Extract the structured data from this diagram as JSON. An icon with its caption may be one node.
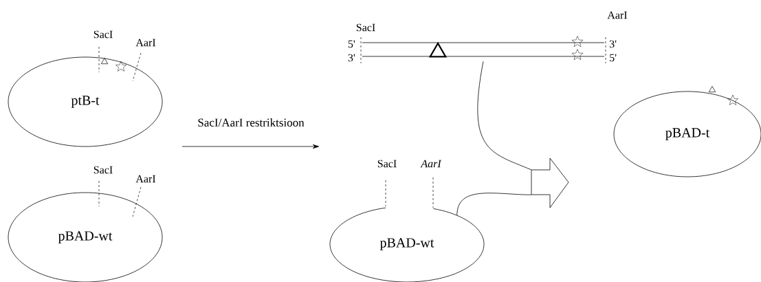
{
  "diagram": {
    "nodes": [
      {
        "text": [
          "ptB-t"
        ],
        "beside": [
          "SacI",
          "AarI"
        ]
      },
      {
        "text": [
          "pBAD-wt"
        ],
        "beside": [
          "SacI",
          "AarI"
        ]
      },
      {
        "text": [],
        "shape": "bar",
        "beside": [
          "SacI",
          "5'",
          "3'",
          "AarI",
          "3'",
          "5'"
        ]
      },
      {
        "text": [
          "pBAD-wt"
        ],
        "beside": [
          "SacI",
          "AarI"
        ]
      },
      {
        "text": [],
        "shape": "arrow"
      },
      {
        "text": [
          "pBAD-t"
        ]
      }
    ],
    "edges": [
      {
        "from": 2,
        "to": 4,
        "arrow": "none"
      },
      {
        "from": 3,
        "to": 4,
        "arrow": "none"
      }
    ],
    "labels": [
      "SacI/AarI restriktsioon"
    ]
  }
}
